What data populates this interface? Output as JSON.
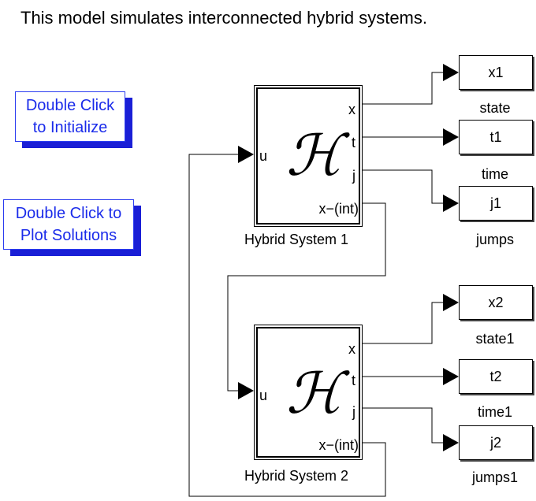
{
  "title": "This model simulates interconnected hybrid systems.",
  "buttons": {
    "initialize": [
      "Double Click",
      "to Initialize"
    ],
    "plot": [
      "Double Click to",
      "Plot Solutions"
    ]
  },
  "blocks": [
    {
      "name": "Hybrid System 1",
      "symbol": "ℋ",
      "input": "u",
      "outputs": [
        "x",
        "t",
        "j",
        "x−(int)"
      ]
    },
    {
      "name": "Hybrid System 2",
      "symbol": "ℋ",
      "input": "u",
      "outputs": [
        "x",
        "t",
        "j",
        "x−(int)"
      ]
    }
  ],
  "scopes": [
    {
      "label": "x1",
      "caption": "state"
    },
    {
      "label": "t1",
      "caption": "time"
    },
    {
      "label": "j1",
      "caption": "jumps"
    },
    {
      "label": "x2",
      "caption": "state1"
    },
    {
      "label": "t2",
      "caption": "time1"
    },
    {
      "label": "j2",
      "caption": "jumps1"
    }
  ]
}
